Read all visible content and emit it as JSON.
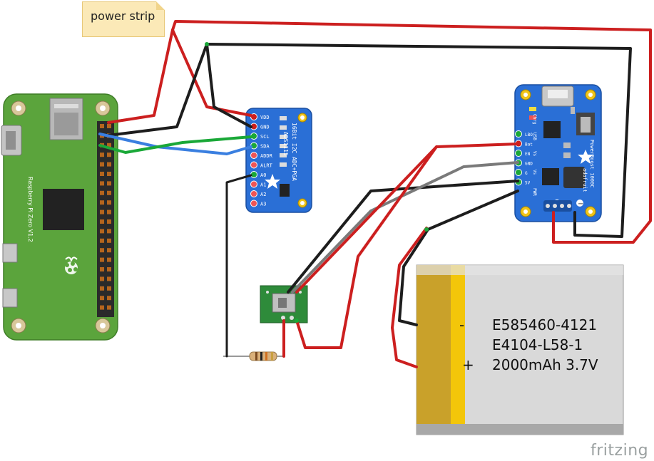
{
  "note": {
    "label": "power strip"
  },
  "adc_board": {
    "title_line1": "16Bit I2C ADC+PGA",
    "title_line2": "ADS1115",
    "pins": [
      "VDD",
      "GND",
      "SCL",
      "SDA",
      "ADDR",
      "ALRT",
      "A0",
      "A1",
      "A2",
      "A3"
    ]
  },
  "pi_board": {
    "label": "Raspberry Pi Zero V1.2"
  },
  "powerboost": {
    "title_line1": "PowerBoost 1000C",
    "title_line2": "adafruit",
    "pins": [
      "LBO",
      "Bat",
      "EN",
      "GND",
      "G",
      "5V"
    ],
    "side_labels": [
      "Chrg",
      "USB",
      "Vs",
      "Vs",
      "PWR"
    ]
  },
  "battery": {
    "line1": "E585460-4121",
    "line2": "E4104-L58-1",
    "line3": "2000mAh 3.7V",
    "minus": "-",
    "plus": "+"
  },
  "brand": {
    "label": "fritzing"
  },
  "colors": {
    "pi_green": "#5ba43c",
    "adafruit_blue": "#2a6fd6",
    "wire_red": "#cc1f1f",
    "wire_black": "#1d1d1d",
    "wire_blue": "#3a7fe0",
    "wire_green": "#1aa838",
    "wire_gray": "#7a7a7a",
    "battery_gold": "#c9a12a",
    "battery_gray": "#d9d9d9"
  }
}
